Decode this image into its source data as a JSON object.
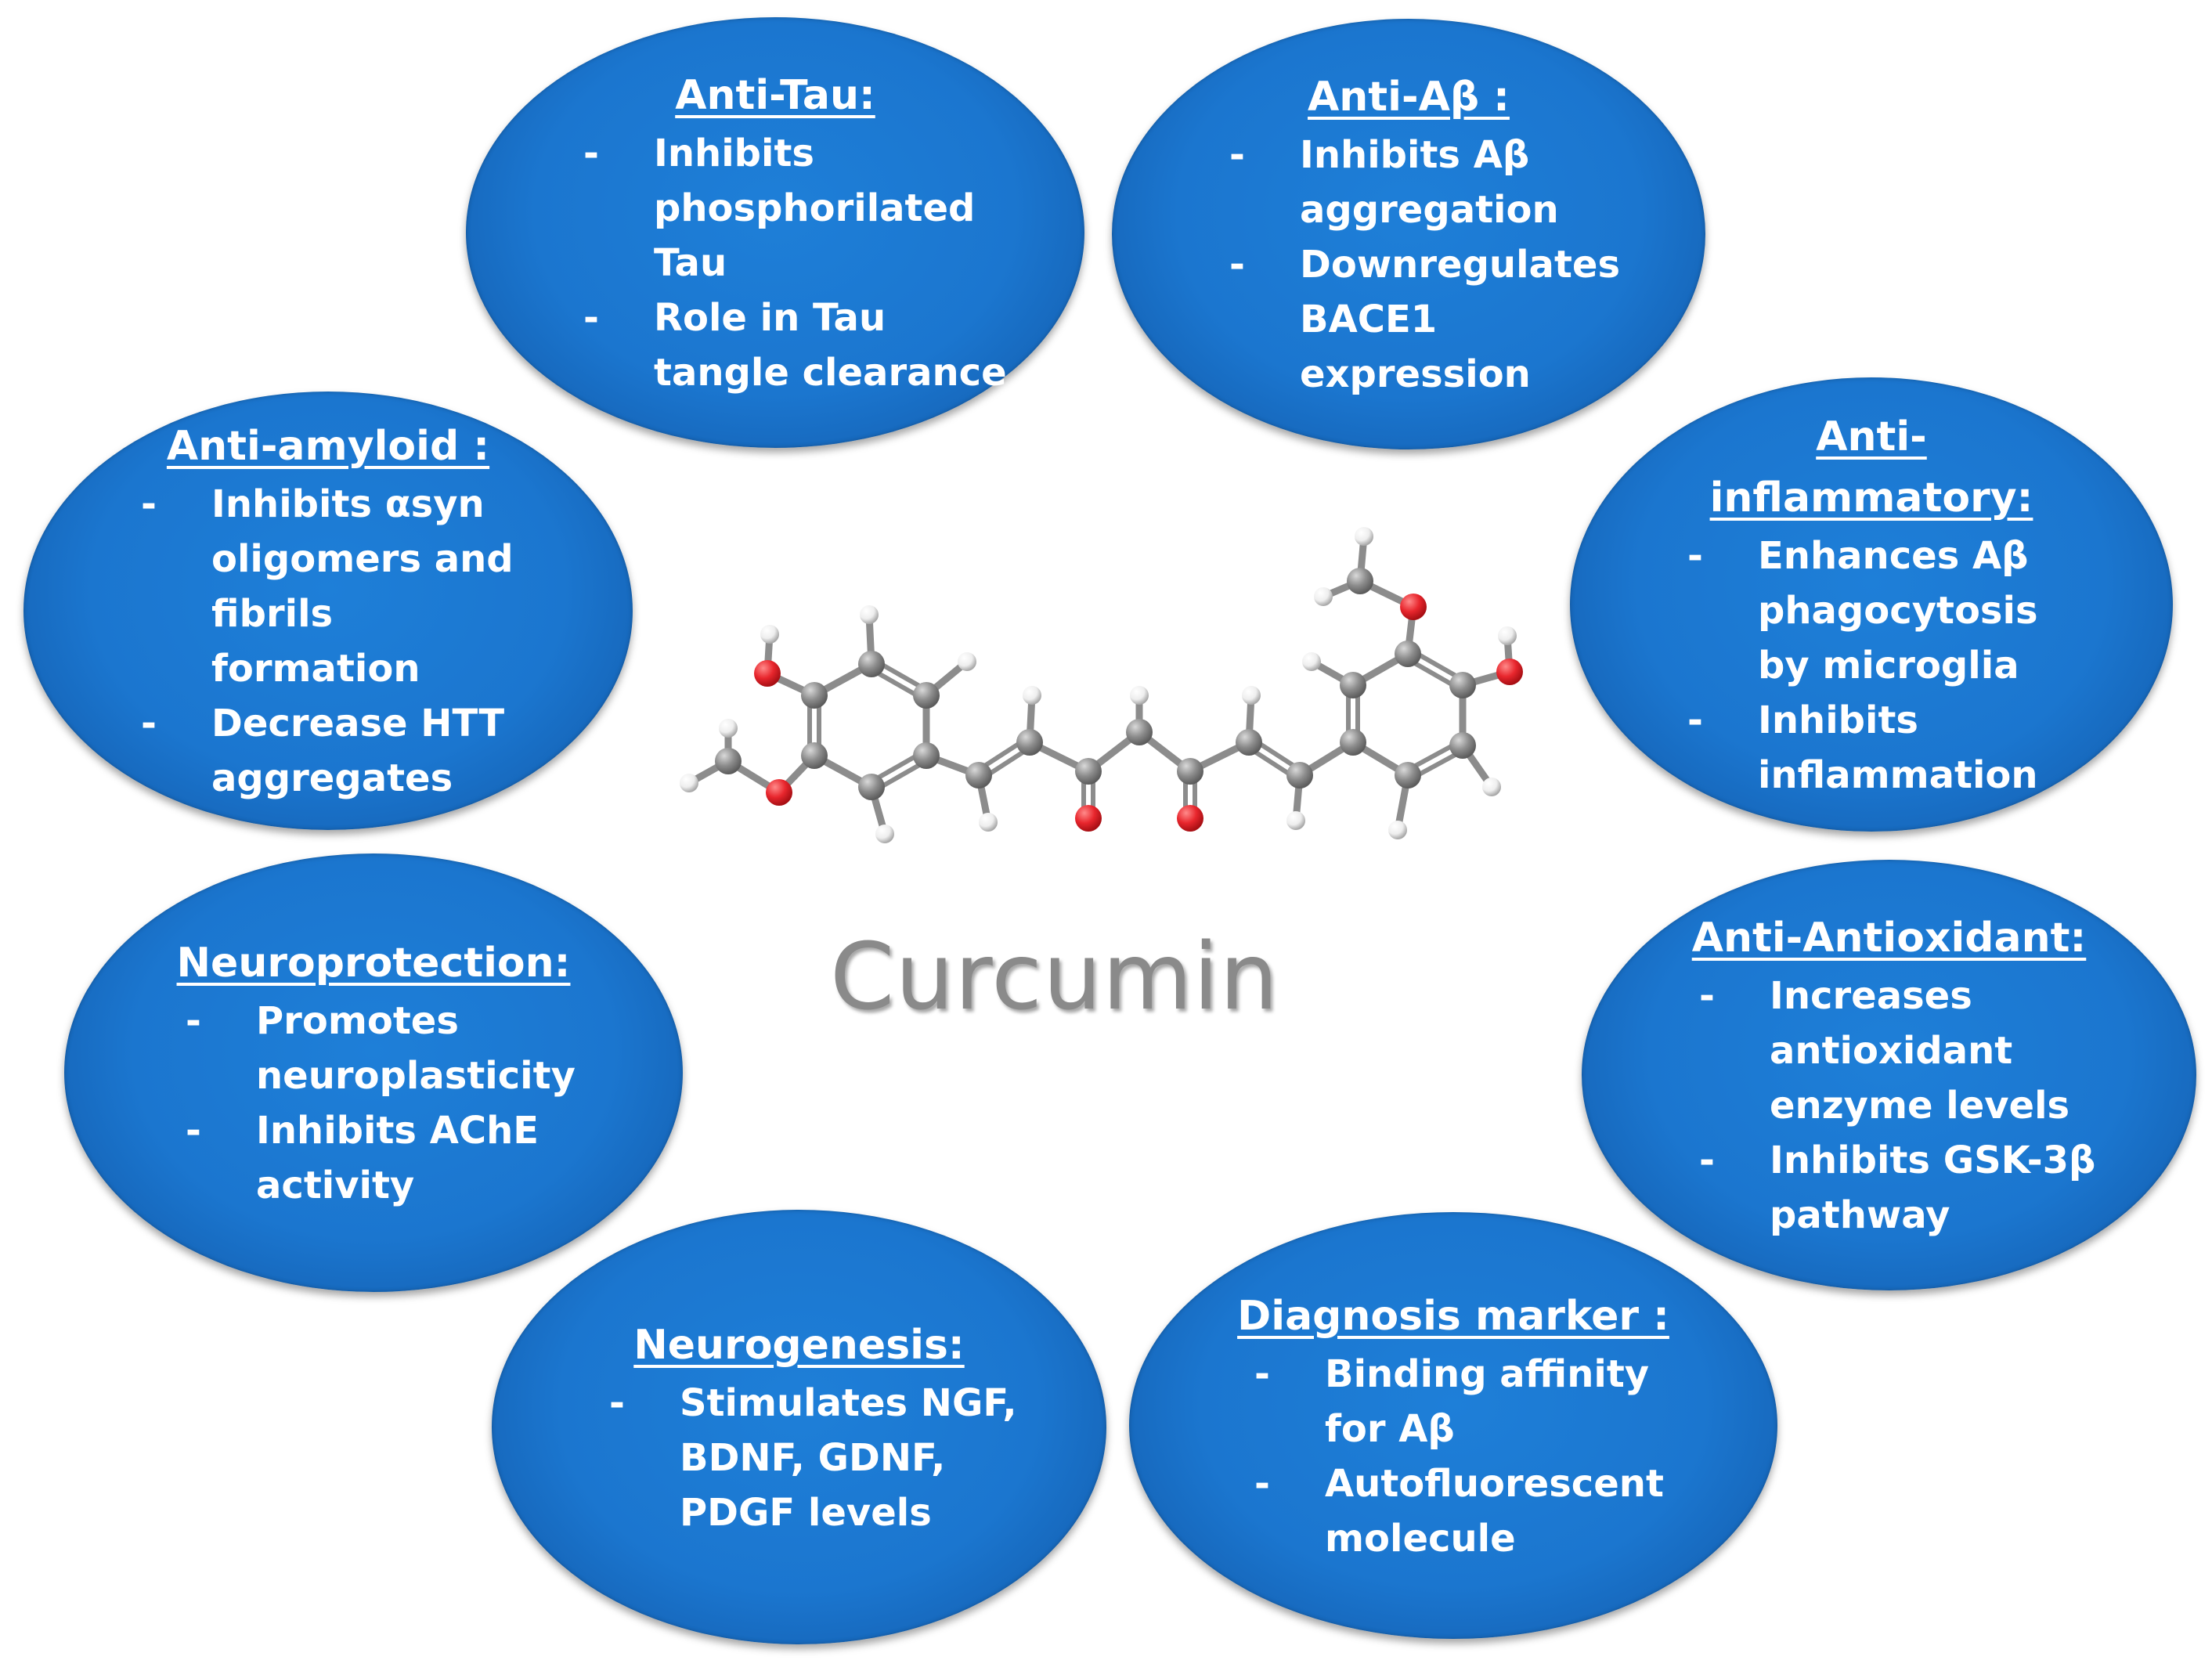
{
  "center_label": "Curcumin",
  "colors": {
    "ellipse_fill": "#1b76cf",
    "text": "#ffffff",
    "label_gray": "#8a8a8a",
    "carbon": "#8c8c8c",
    "oxygen": "#e8262d",
    "hydrogen": "#f2f2f2"
  },
  "ellipses": [
    {
      "title": "Anti-Tau:",
      "items": [
        [
          "Inhibits",
          "phosphorilated",
          "Tau"
        ],
        [
          "Role in Tau",
          "tangle clearance"
        ]
      ]
    },
    {
      "title": "Anti-Aβ :",
      "items": [
        [
          "Inhibits Aβ",
          "aggregation"
        ],
        [
          "Downregulates",
          "BACE1",
          "expression"
        ]
      ]
    },
    {
      "title": "Anti-amyloid :",
      "items": [
        [
          "Inhibits αsyn",
          "oligomers and",
          "fibrils",
          "formation"
        ],
        [
          "Decrease HTT",
          "aggregates"
        ]
      ]
    },
    {
      "title": [
        "Anti-",
        "inflammatory:"
      ],
      "items": [
        [
          "Enhances Aβ",
          "phagocytosis",
          "by microglia"
        ],
        [
          "Inhibits",
          "inflammation"
        ]
      ]
    },
    {
      "title": "Neuroprotection:",
      "items": [
        [
          "Promotes",
          "neuroplasticity"
        ],
        [
          "Inhibits AChE",
          "activity"
        ]
      ]
    },
    {
      "title": "Anti-Antioxidant:",
      "items": [
        [
          "Increases",
          "antioxidant",
          "enzyme levels"
        ],
        [
          "Inhibits GSK-3β",
          "pathway"
        ]
      ]
    },
    {
      "title": "Neurogenesis:",
      "items": [
        [
          "Stimulates NGF,",
          "BDNF, GDNF,",
          "PDGF levels"
        ]
      ]
    },
    {
      "title": "Diagnosis marker :",
      "items": [
        [
          "Binding affinity",
          "for Aβ"
        ],
        [
          "Autofluorescent",
          "molecule"
        ]
      ]
    }
  ]
}
